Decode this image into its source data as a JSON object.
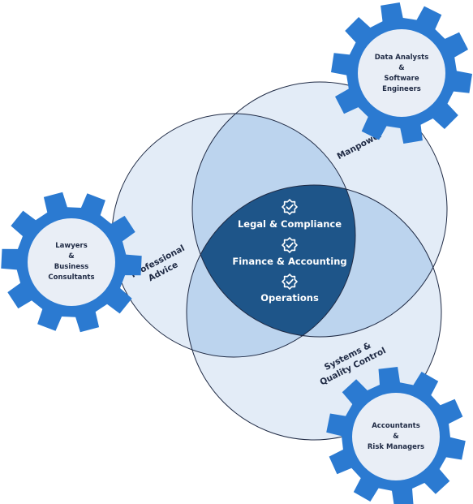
{
  "core": {
    "items": [
      {
        "label": "Legal & Compliance",
        "icon": "badge-check-icon"
      },
      {
        "label": "Finance & Accounting",
        "icon": "badge-check-icon"
      },
      {
        "label": "Operations",
        "icon": "badge-check-icon"
      }
    ]
  },
  "circles": {
    "professional_advice": {
      "line1": "Professional",
      "line2": "Advice"
    },
    "manpower": {
      "label": "Manpower"
    },
    "systems": {
      "line1": "Systems &",
      "line2": "Quality Control"
    }
  },
  "gears": {
    "top_right": {
      "line1": "Data Analysts",
      "line2": "&",
      "line3": "Software",
      "line4": "Engineers"
    },
    "left": {
      "line1": "Lawyers",
      "line2": "&",
      "line3": "Business",
      "line4": "Consultants"
    },
    "bottom_right": {
      "line1": "Accountants",
      "line2": "&",
      "line3": "Risk Managers"
    }
  },
  "colors": {
    "gear_blue": "#2b7ad1",
    "gear_center": "#e9eef6",
    "circle_fill": "#a9c8e8",
    "core_fill": "#1e5589",
    "outline": "#1f2a44"
  }
}
